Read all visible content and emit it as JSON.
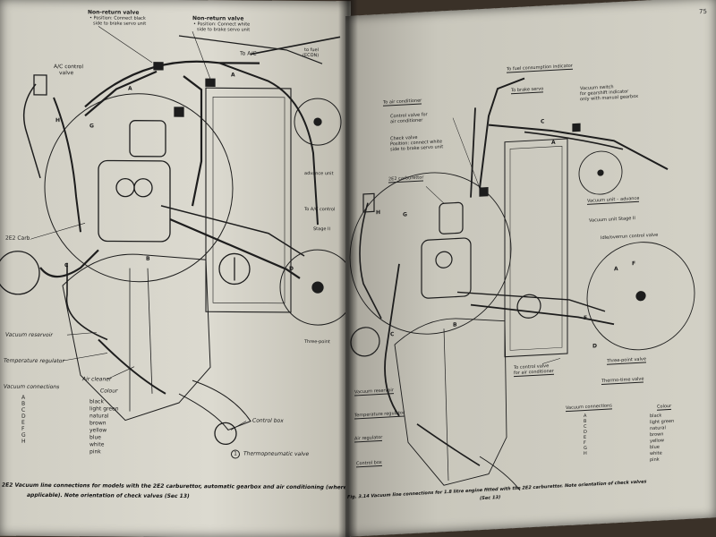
{
  "left_page": {
    "labels": {
      "nrv1_title": "Non-return valve",
      "nrv1_pos1": "• Position: Connect black",
      "nrv1_pos2": "side to brake servo unit",
      "nrv2_title": "Non-return valve",
      "nrv2_pos1": "• Position: Connect white",
      "nrv2_pos2": "side to brake servo unit",
      "to_ac": "To A/C",
      "ac_valve1": "A/C control",
      "ac_valve2": "valve",
      "carb": "2E2 Carb.",
      "vacuum_reservoir": "Vacuum reservoir",
      "temp_regulator": "Temperature regulator",
      "air_cleaner": "Air cleaner",
      "control_box": "Control box",
      "thermo": "Thermopneumatic valve",
      "thermo_num": "1",
      "vac_conn": "Vacuum connections",
      "colour": "Colour",
      "to_fuel": "to fuel",
      "econo": "(ECON)",
      "advance": "advance unit",
      "to_ac2": "To A/C control",
      "stage": "Stage II",
      "three_point": "Three-point",
      "letter_a1": "A",
      "letter_a2": "A",
      "letter_h": "H",
      "letter_g": "G",
      "letter_c": "C",
      "letter_b": "B",
      "letter_d": "D"
    },
    "connections": [
      "A",
      "B",
      "C",
      "D",
      "E",
      "F",
      "G",
      "H"
    ],
    "colours": [
      "black",
      "light green",
      "natural",
      "brown",
      "yellow",
      "blue",
      "white",
      "pink"
    ],
    "caption1": "2E2 Vacuum line connections for models with the 2E2 carburettor, automatic gearbox and air conditioning (where",
    "caption2": "applicable). Note orientation of check valves (Sec 13)"
  },
  "right_page": {
    "page_number": "75",
    "labels": {
      "to_ac": "To air conditioner",
      "to_econo": "To fuel consumption indicator",
      "to_brake": "To brake servo",
      "control_valve1": "Control valve for",
      "control_valve2": "air conditioner",
      "check_valve1": "Check valve",
      "check_valve2": "Position: connect white",
      "check_valve3": "side to brake servo unit",
      "carb": "2E2 carburettor",
      "vac_switch1": "Vacuum switch",
      "vac_switch2": "for gearshift indicator",
      "vac_switch3": "only with manual gearbox",
      "vac_advance": "Vacuum unit – advance",
      "vac_stage": "Vacuum unit Stage II",
      "idle_valve": "Idle/overrun control valve",
      "three_point": "Three-point valve",
      "thermo_time": "Thermo-time valve",
      "to_ctrl1": "To control valve",
      "to_ctrl2": "for air conditioner",
      "vac_res": "Vacuum reservoir",
      "temp_reg": "Temperature regulator",
      "air_reg": "Air regulator",
      "control_box": "Control box",
      "vac_conn": "Vacuum connections",
      "colour": "Colour",
      "letter_h": "H",
      "letter_g": "G",
      "letter_c1": "C",
      "letter_c2": "C",
      "letter_a": "A",
      "letter_b": "B",
      "letter_e": "E",
      "letter_d": "D",
      "letter_f": "F",
      "letter_a2": "A"
    },
    "connections": [
      "A",
      "B",
      "C",
      "D",
      "E",
      "F",
      "G",
      "H"
    ],
    "colours": [
      "black",
      "light green",
      "natural",
      "brown",
      "yellow",
      "blue",
      "white",
      "pink"
    ],
    "caption1": "Fig. 3.14 Vacuum line connections for 1.8 litre engine fitted with the 2E2 carburettor. Note orientation of check valves",
    "caption2": "(Sec 13)"
  }
}
